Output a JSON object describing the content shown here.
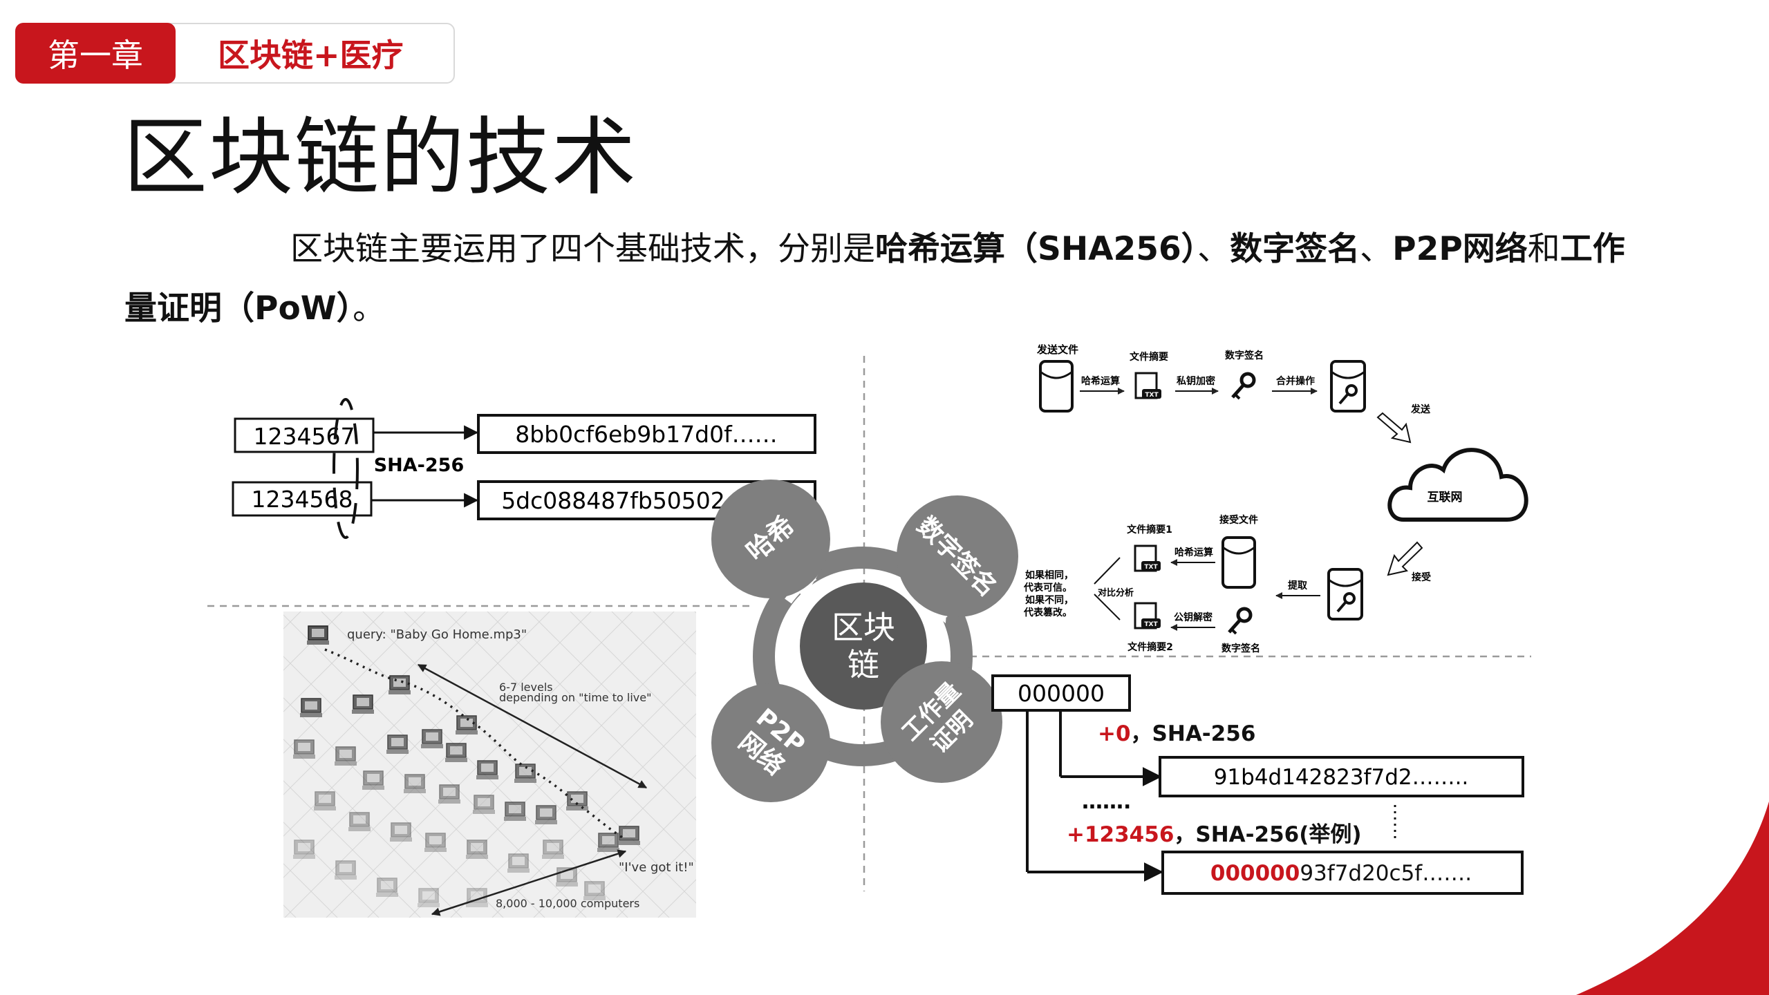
{
  "header": {
    "chapter_label": "第一章",
    "chapter_title": "区块链+医疗"
  },
  "page": {
    "title": "区块链的技术",
    "intro_normal_1": "区块链主要运用了四个基础技术，分别是",
    "intro_bold_1": "哈希运算（SHA256）",
    "intro_normal_2": "、",
    "intro_bold_2": "数字签名",
    "intro_normal_3": "、",
    "intro_bold_3": "P2P网络",
    "intro_normal_4": "和",
    "intro_bold_4": "工作量证明（PoW）",
    "intro_normal_5": "。"
  },
  "hash_diagram": {
    "input1": "1234567",
    "input2": "1234568",
    "algorithm": "SHA-256",
    "output1": "8bb0cf6eb9b17d0f……",
    "output2": "5dc088487fb50502……"
  },
  "center_cycle": {
    "core": [
      "区块",
      "链"
    ],
    "petal_hash": "哈希",
    "petal_signature": "数字签名",
    "petal_p2p": [
      "P2P",
      "网络"
    ],
    "petal_pow": [
      "工作量",
      "证明"
    ]
  },
  "signature_flow": {
    "send_file": "发送文件",
    "hash_op": "哈希运算",
    "digest": "文件摘要",
    "private_encrypt": "私钥加密",
    "signature": "数字签名",
    "merge": "合并操作",
    "send": "发送",
    "internet": "互联网",
    "receive": "接受",
    "received_file": "接受文件",
    "extract": "提取",
    "digest1": "文件摘要1",
    "hash_op2": "哈希运算",
    "compare": "对比分析",
    "public_decrypt": "公钥解密",
    "digest2": "文件摘要2",
    "signature2": "数字签名",
    "verdict": [
      "如果相同，",
      "代表可信。",
      "如果不同，",
      "代表篡改。"
    ],
    "txt": "TXT"
  },
  "p2p_diagram": {
    "query": "query: \"Baby Go Home.mp3\"",
    "levels": [
      "6-7 levels",
      "depending on \"time to live\""
    ],
    "got_it": "\"I've got it!\"",
    "computers": "8,000 - 10,000 computers"
  },
  "pow_diagram": {
    "seed": "000000",
    "nonce1_red": "+0",
    "nonce1_rest": "，SHA-256",
    "hash1": "91b4d142823f7d2……..",
    "ellipsis": "…….",
    "nonce2_red": "+123456",
    "nonce2_rest": "，SHA-256(举例)",
    "hash2_red": "000000",
    "hash2_rest": "93f7d20c5f……."
  },
  "colors": {
    "accent_red": "#c8161d",
    "petal_gray": "#7f7f7f",
    "core_gray": "#595959"
  }
}
